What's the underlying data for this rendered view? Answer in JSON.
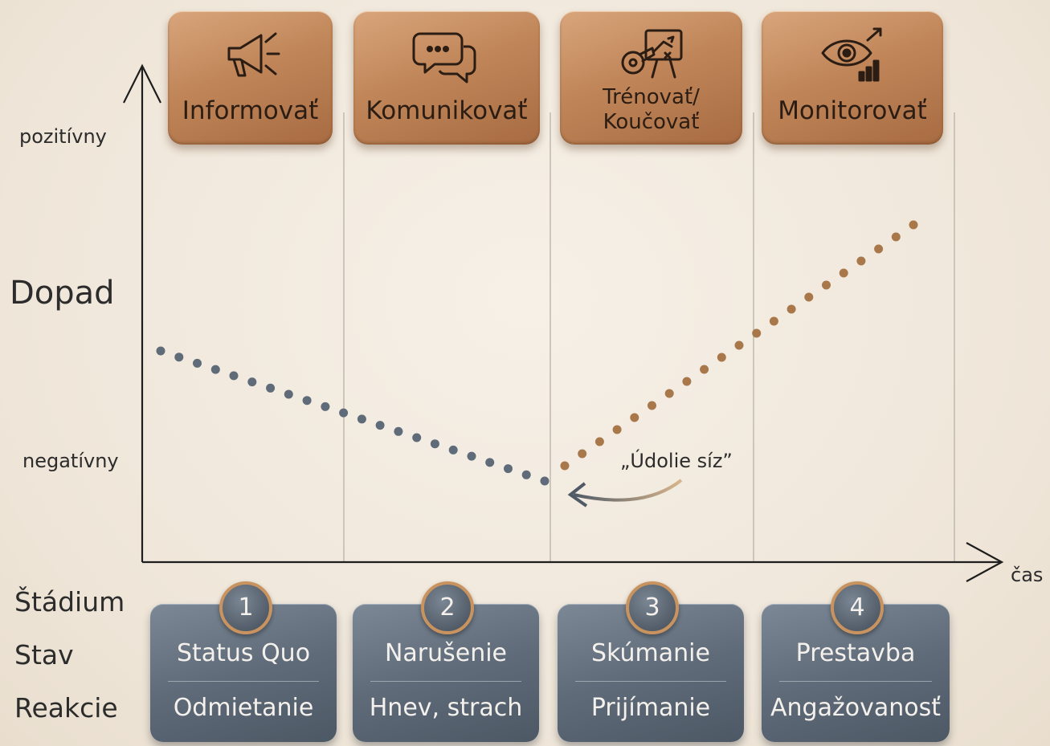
{
  "axis": {
    "y_title": "Dopad",
    "y_top": "pozitívny",
    "y_bottom": "negatívny",
    "x_title": "čas"
  },
  "rows": {
    "stadium": "Štádium",
    "stav": "Stav",
    "reakcie": "Reakcie"
  },
  "actions": [
    {
      "label": "Informovať",
      "icon": "megaphone-icon"
    },
    {
      "label": "Komunikovať",
      "icon": "speech-bubbles-icon"
    },
    {
      "label": "Trénovať/",
      "label_line2": "Koučovať",
      "icon": "whistle-coaching-board-icon"
    },
    {
      "label": "Monitorovať",
      "icon": "eye-growth-chart-icon"
    }
  ],
  "stages": [
    {
      "number": "1",
      "stav": "Status Quo",
      "reakcia": "Odmietanie"
    },
    {
      "number": "2",
      "stav": "Narušenie",
      "reakcia": "Hnev, strach"
    },
    {
      "number": "3",
      "stav": "Skúmanie",
      "reakcia": "Prijímanie"
    },
    {
      "number": "4",
      "stav": "Prestavba",
      "reakcia": "Angažovanosť"
    }
  ],
  "annotation": "„Údolie síz”",
  "colors": {
    "decline": "#5f6b78",
    "recovery": "#a8784a",
    "copper": "#c08659",
    "slate": "#5f6b79"
  }
}
